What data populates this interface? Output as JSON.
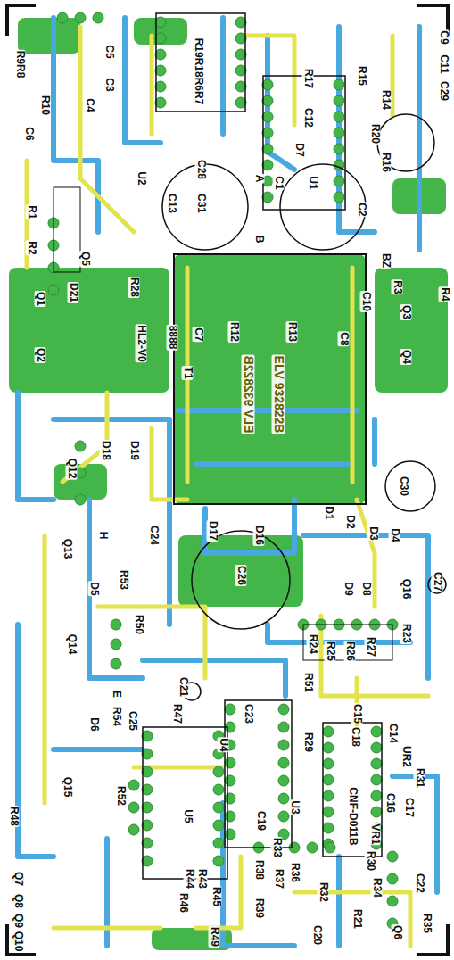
{
  "diagram": {
    "labels": [
      "R9R8",
      "C5",
      "C3",
      "R10",
      "C4",
      "C6",
      "R19R18R6R7",
      "R17",
      "R15",
      "R14",
      "C12",
      "R20",
      "R16",
      "C9",
      "C11",
      "C29",
      "D7",
      "C28",
      "C31",
      "U2",
      "C1",
      "U1",
      "C2",
      "C13",
      "A",
      "R1",
      "R2",
      "BZ",
      "Q5",
      "B",
      "R3",
      "R4",
      "D21",
      "R28",
      "C10",
      "Q1",
      "Q3",
      "Q2",
      "Q4",
      "C7",
      "R12",
      "R13",
      "C8",
      "HL2-V0",
      "8888",
      "T1",
      "ELV 932822B",
      "ELV 932822B",
      "Q12",
      "D18",
      "D19",
      "C30",
      "D17",
      "D16",
      "D1",
      "D2",
      "D3",
      "D4",
      "C24",
      "H",
      "Q13",
      "C26",
      "R53",
      "D5",
      "D9",
      "D8",
      "Q16",
      "C27",
      "R50",
      "R24",
      "R25",
      "R26",
      "R27",
      "R23",
      "Q14",
      "R51",
      "C21",
      "E",
      "R54",
      "C25",
      "D6",
      "R47",
      "C23",
      "C15",
      "C18",
      "C14",
      "UR2",
      "R29",
      "U4",
      "R31",
      "Q15",
      "R52",
      "U5",
      "C19",
      "U3",
      "CNF-D011B",
      "C16",
      "C17",
      "VR1",
      "R48",
      "R33",
      "R44",
      "R43",
      "R38",
      "R37",
      "R36",
      "R30",
      "R34",
      "C22",
      "Q7",
      "Q8",
      "Q9",
      "Q10",
      "R45",
      "R46",
      "R39",
      "R32",
      "R35",
      "R21",
      "C20",
      "R49",
      "Q6"
    ]
  }
}
